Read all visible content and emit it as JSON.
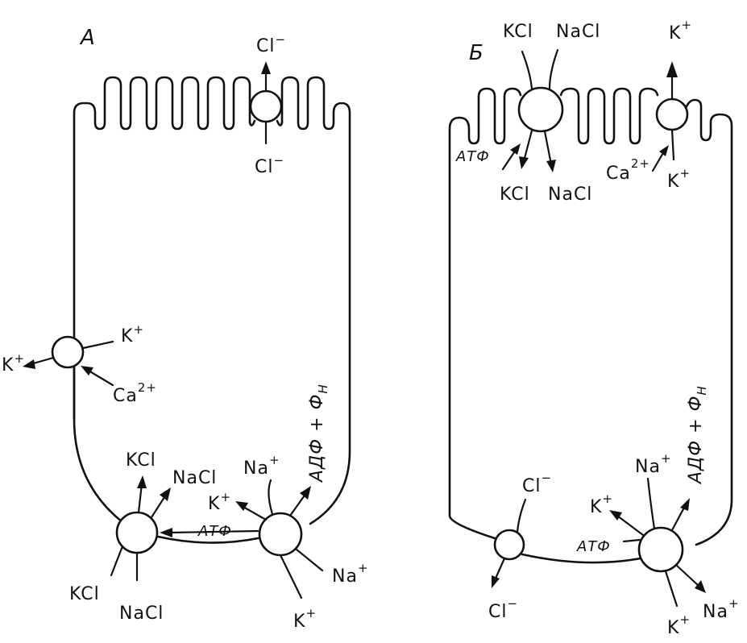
{
  "panel_a": {
    "letter": "А",
    "apical": {
      "top": "Cl",
      "top_sup": "−",
      "bottom": "Cl",
      "bottom_sup": "−"
    },
    "lateral": {
      "k_in": "K",
      "k_in_sup": "+",
      "k_out": "K",
      "k_out_sup": "+",
      "ca": "Ca",
      "ca_sup": "2+"
    },
    "basal": {
      "kcl_up": "KCl",
      "nacl_up": "NaCl",
      "kcl_down": "KCl",
      "nacl_down": "NaCl",
      "atp": "АТФ",
      "k_up": "K",
      "k_up_sup": "+",
      "na_up": "Na",
      "na_up_sup": "+",
      "adp": "АДФ + Ф",
      "adp_sub": "Н",
      "na_down": "Na",
      "na_down_sup": "+",
      "k_down": "K",
      "k_down_sup": "+"
    }
  },
  "panel_b": {
    "letter": "Б",
    "apical": {
      "kcl_top": "KCl",
      "nacl_top": "NaCl",
      "atp": "АТФ",
      "kcl_bottom": "KCl",
      "nacl_bottom": "NaCl",
      "k_top": "K",
      "k_top_sup": "+",
      "ca": "Ca",
      "ca_sup": "2+",
      "k_bottom": "K",
      "k_bottom_sup": "+"
    },
    "basal": {
      "cl_top": "Cl",
      "cl_top_sup": "−",
      "cl_bottom": "Cl",
      "cl_bottom_sup": "−",
      "na_up": "Na",
      "na_up_sup": "+",
      "k_up": "K",
      "k_up_sup": "+",
      "atp": "АТФ",
      "adp": "АДФ + Ф",
      "adp_sub": "Н",
      "k_down": "K",
      "k_down_sup": "+",
      "na_down": "Na",
      "na_down_sup": "+"
    }
  }
}
